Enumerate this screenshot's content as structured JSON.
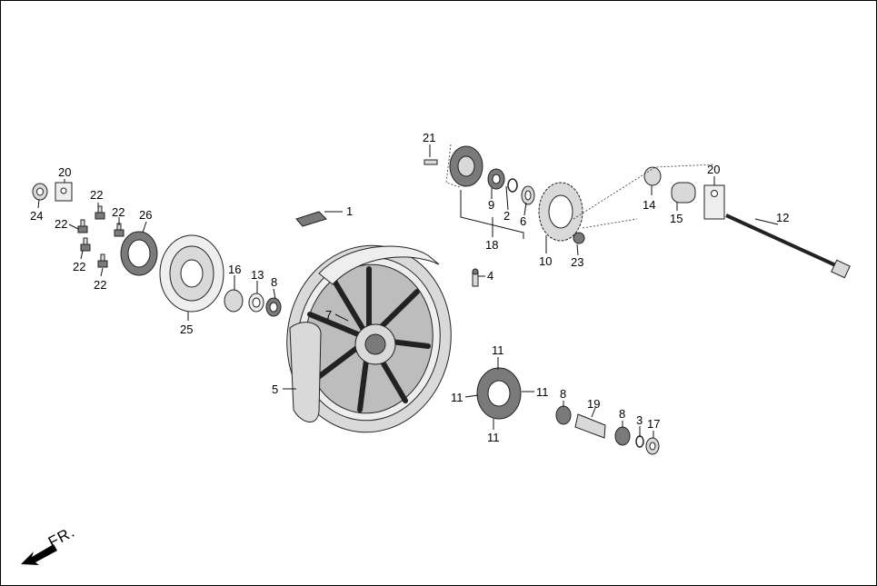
{
  "diagram": {
    "direction_marker": "FR.",
    "callouts": {
      "c1": "1",
      "c2": "2",
      "c3": "3",
      "c4": "4",
      "c5": "5",
      "c6": "6",
      "c7": "7",
      "c8a": "8",
      "c8b": "8",
      "c8c": "8",
      "c9": "9",
      "c10": "10",
      "c11a": "11",
      "c11b": "11",
      "c11c": "11",
      "c11d": "11",
      "c12": "12",
      "c13": "13",
      "c14": "14",
      "c15": "15",
      "c16": "16",
      "c17": "17",
      "c18": "18",
      "c19": "19",
      "c20a": "20",
      "c20b": "20",
      "c21": "21",
      "c22a": "22",
      "c22b": "22",
      "c22c": "22",
      "c22d": "22",
      "c23": "23",
      "c24": "24",
      "c25": "25",
      "c26": "26"
    }
  }
}
